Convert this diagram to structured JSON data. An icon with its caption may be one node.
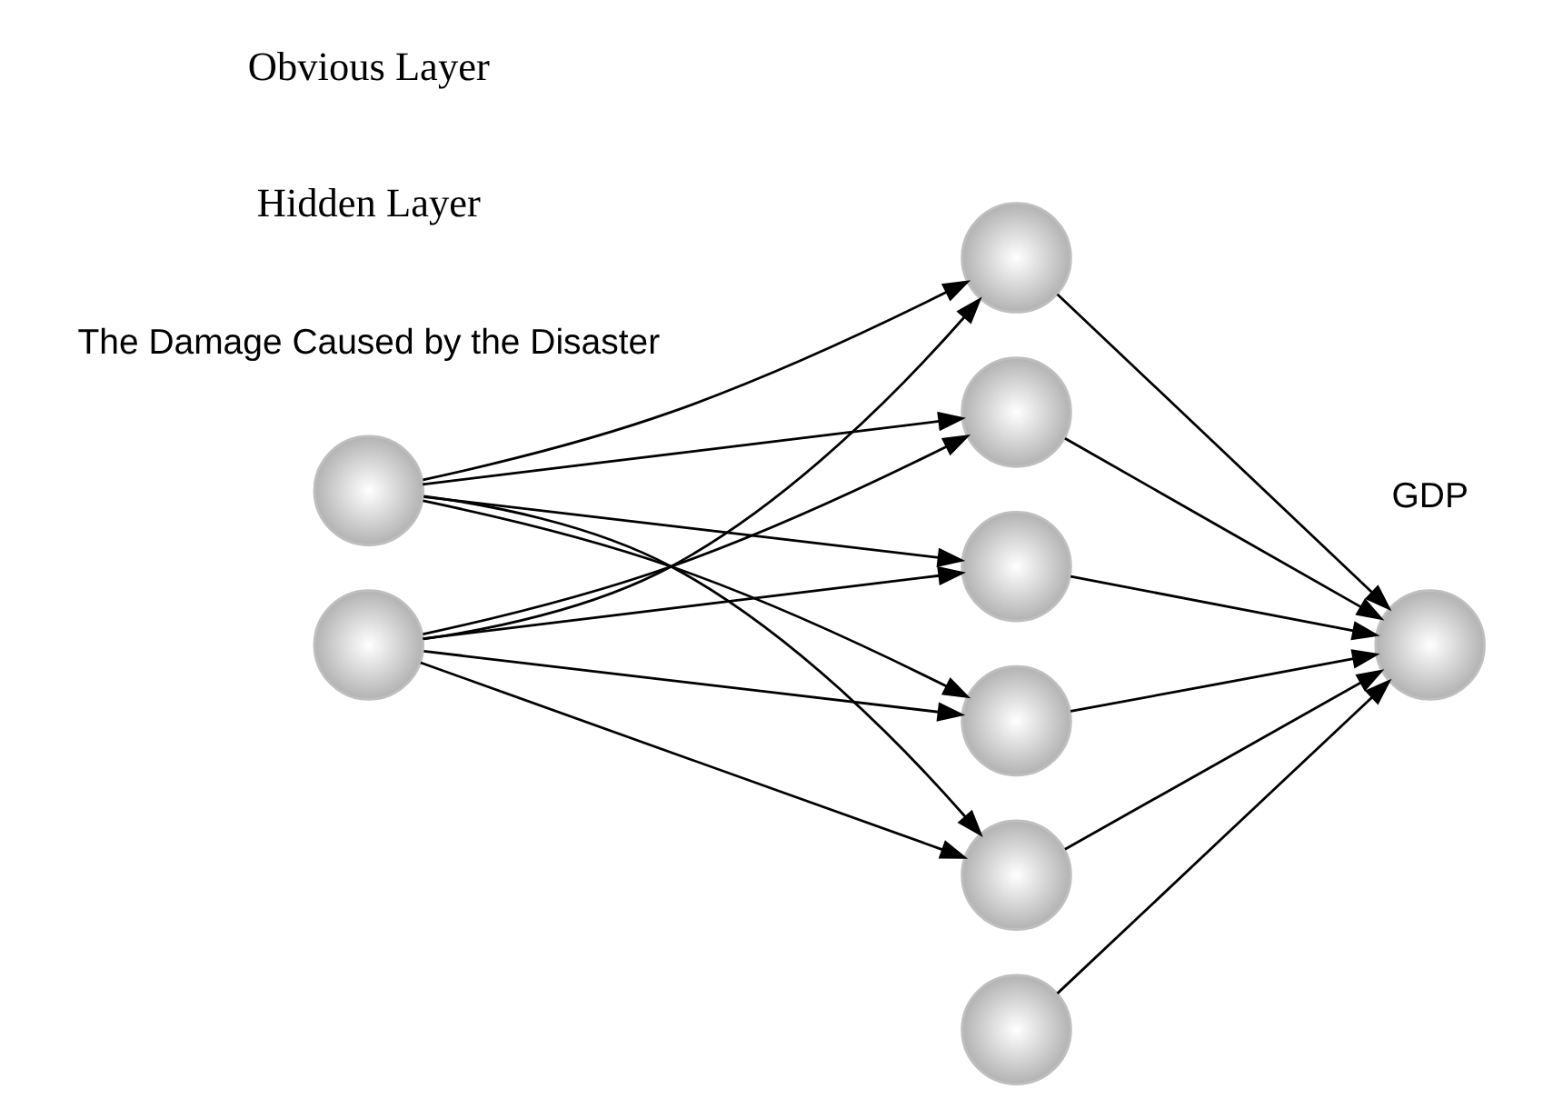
{
  "diagram": {
    "nodes": [
      {
        "text": [],
        "shape": "circle",
        "beside": [
          "The Damage Caused by the Disaster"
        ]
      },
      {
        "text": [],
        "shape": "circle"
      },
      {
        "text": [],
        "shape": "circle"
      },
      {
        "text": [],
        "shape": "circle"
      },
      {
        "text": [],
        "shape": "circle"
      },
      {
        "text": [],
        "shape": "circle"
      },
      {
        "text": [],
        "shape": "circle"
      },
      {
        "text": [],
        "shape": "circle",
        "beside": [
          "GDP"
        ]
      },
      {
        "text": [],
        "shape": "circle"
      }
    ],
    "edges": [
      {
        "from": 0,
        "to": 1,
        "arrow": "to"
      },
      {
        "from": 0,
        "to": 2,
        "arrow": "to"
      },
      {
        "from": 0,
        "to": 3,
        "arrow": "to"
      },
      {
        "from": 0,
        "to": 4,
        "arrow": "to"
      },
      {
        "from": 0,
        "to": 5,
        "arrow": "to"
      },
      {
        "from": 6,
        "to": 1,
        "arrow": "to"
      },
      {
        "from": 6,
        "to": 2,
        "arrow": "to"
      },
      {
        "from": 6,
        "to": 3,
        "arrow": "to"
      },
      {
        "from": 6,
        "to": 4,
        "arrow": "to"
      },
      {
        "from": 6,
        "to": 5,
        "arrow": "to"
      },
      {
        "from": 1,
        "to": 7,
        "arrow": "to"
      },
      {
        "from": 2,
        "to": 7,
        "arrow": "to"
      },
      {
        "from": 3,
        "to": 7,
        "arrow": "to"
      },
      {
        "from": 4,
        "to": 7,
        "arrow": "to"
      },
      {
        "from": 5,
        "to": 7,
        "arrow": "to"
      },
      {
        "from": 8,
        "to": 7,
        "arrow": "to"
      }
    ],
    "labels": [
      "Hidden Layer",
      "Obvious Layer"
    ]
  }
}
